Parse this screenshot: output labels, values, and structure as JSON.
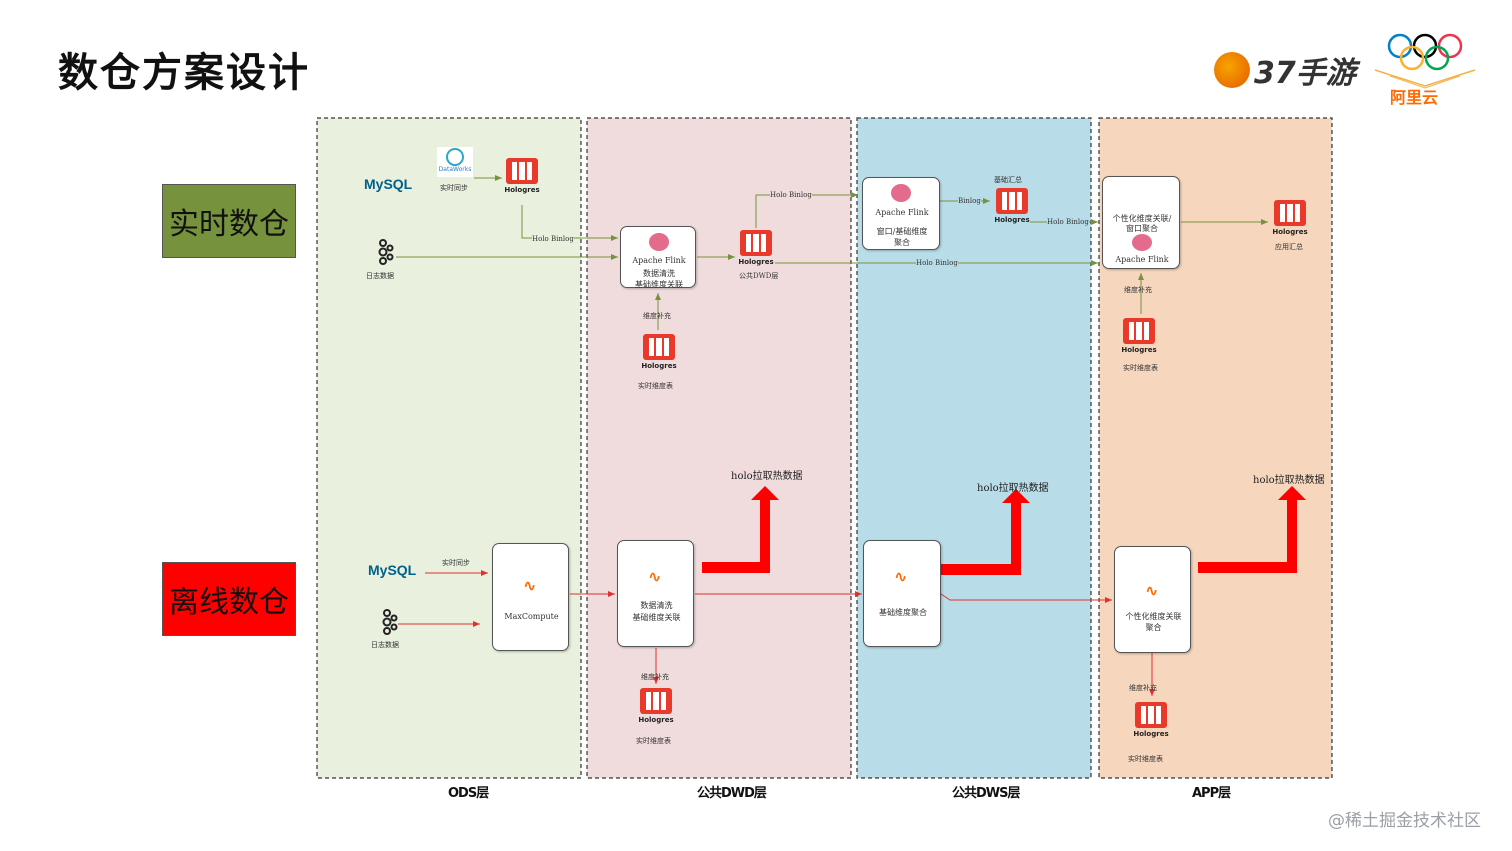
{
  "page": {
    "title": "数仓方案设计"
  },
  "logos": {
    "brand_37": "37手游",
    "aliyun": "阿里云"
  },
  "rows": {
    "realtime": "实时数仓",
    "offline": "离线数仓"
  },
  "lanes": {
    "ods": "ODS层",
    "dwd": "公共DWD层",
    "dws": "公共DWS层",
    "app": "APP层"
  },
  "colors": {
    "ods": "#e9f0de",
    "dwd": "#f0dcdd",
    "dws": "#b8dde8",
    "app": "#f6d6bd",
    "realtime": "#76923c",
    "offline": "#ff0000",
    "flow": "#76923c",
    "offline_flow": "#e03030"
  },
  "icons": {
    "mysql": "MySQL",
    "dataworks": "DataWorks",
    "kafka": "kafka",
    "hologres": "Hologres",
    "flink": "Apache Flink",
    "maxcompute": "maxcompute-icon"
  },
  "realtime": {
    "dataworks_caption": "实时同步",
    "kafka_caption": "日志数据",
    "holo_binlog": "Holo Binlog",
    "binlog": "Binlog",
    "dwd_flink_line1": "数据清洗",
    "dwd_flink_line2": "基础维度关联",
    "dwd_holo_caption": "公共DWD层",
    "dim_supplement": "维度补充",
    "dim_table": "实时维度表",
    "dws_flink_line1": "窗口/基础维度",
    "dws_flink_line2": "聚合",
    "base_summary": "基础汇总",
    "app_flink_line1": "个性化维度关联/",
    "app_flink_line2": "窗口聚合",
    "app_holo_caption": "应用汇总"
  },
  "offline": {
    "sync_caption": "实时同步",
    "kafka_caption": "日志数据",
    "maxcompute": "MaxCompute",
    "dwd_line1": "数据清洗",
    "dwd_line2": "基础维度关联",
    "dws_label": "基础维度聚合",
    "app_line1": "个性化维度关联",
    "app_line2": "聚合",
    "dim_supplement": "维度补充",
    "dim_table": "实时维度表",
    "hot_pull": "holo拉取热数据"
  },
  "watermark": "@稀土掘金技术社区"
}
